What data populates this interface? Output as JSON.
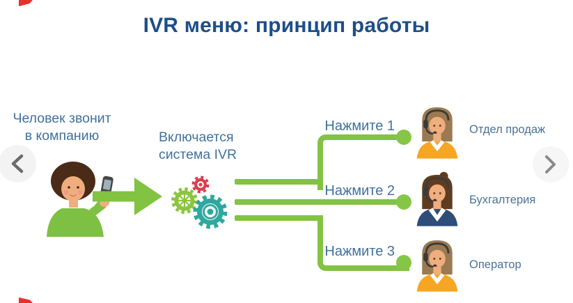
{
  "title": "IVR меню: принцип работы",
  "caller": {
    "line1": "Человек звонит",
    "line2": "в компанию"
  },
  "ivr": {
    "line1": "Включается",
    "line2": "система IVR"
  },
  "options": [
    {
      "press_label": "Нажмите 1",
      "department": "Отдел продаж",
      "operator_icon": "operator-headset-orange"
    },
    {
      "press_label": "Нажмите 2",
      "department": "Бухгалтерия",
      "operator_icon": "operator-headset-navy"
    },
    {
      "press_label": "Нажмите 3",
      "department": "Оператор",
      "operator_icon": "operator-headset-orange"
    }
  ],
  "icons": {
    "prev": "chevron-left",
    "next": "chevron-right",
    "caller": "person-with-phone",
    "process": "gears",
    "flow": "arrow-right",
    "connector_dot": "green-dot"
  },
  "colors": {
    "title_blue": "#1d4e8a",
    "label_blue": "#40719c",
    "dept_blue": "#4a7296",
    "green": "#82c341",
    "teal_gear": "#2fa89e",
    "red_gear": "#d8404f",
    "green_gear": "#8bc53f",
    "corner_red": "#e8312a",
    "orange_shirt": "#f6a623",
    "navy_vest": "#2e4d79",
    "skin": "#f0ad7e"
  }
}
